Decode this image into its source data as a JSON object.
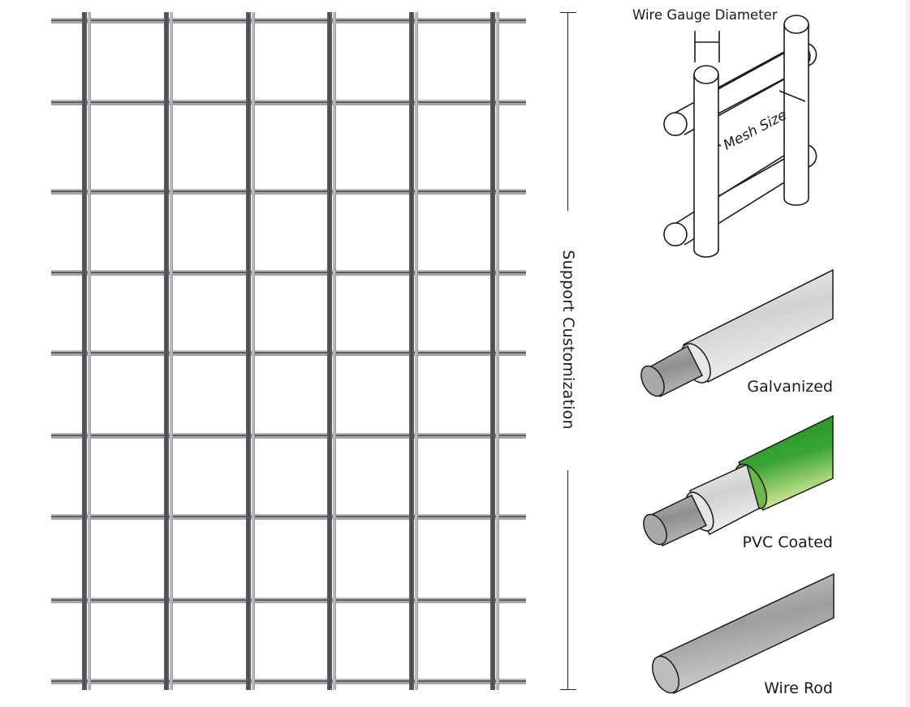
{
  "side_label": {
    "text": "Support Customization"
  },
  "diagram": {
    "wire_gauge_label": "Wire Gauge Diameter",
    "mesh_size_label": "Mesh Size"
  },
  "wire_types": [
    {
      "label": "Galvanized",
      "icon": "galvanized-wire-icon",
      "coating_color": "#d9d9d9"
    },
    {
      "label": "PVC Coated",
      "icon": "pvc-coated-wire-icon",
      "coating_color": "#2f9a2a"
    },
    {
      "label": "Wire Rod",
      "icon": "wire-rod-icon",
      "coating_color": "#a8a8a8"
    }
  ],
  "mesh": {
    "vertical_wire_x": [
      104,
      205,
      306,
      406,
      507,
      607
    ],
    "horizontal_wire_y": [
      25,
      126,
      236,
      336,
      435,
      537,
      637,
      740,
      840
    ],
    "wire_color_dark": "#5a5c60",
    "wire_color_light": "#b8babd"
  }
}
